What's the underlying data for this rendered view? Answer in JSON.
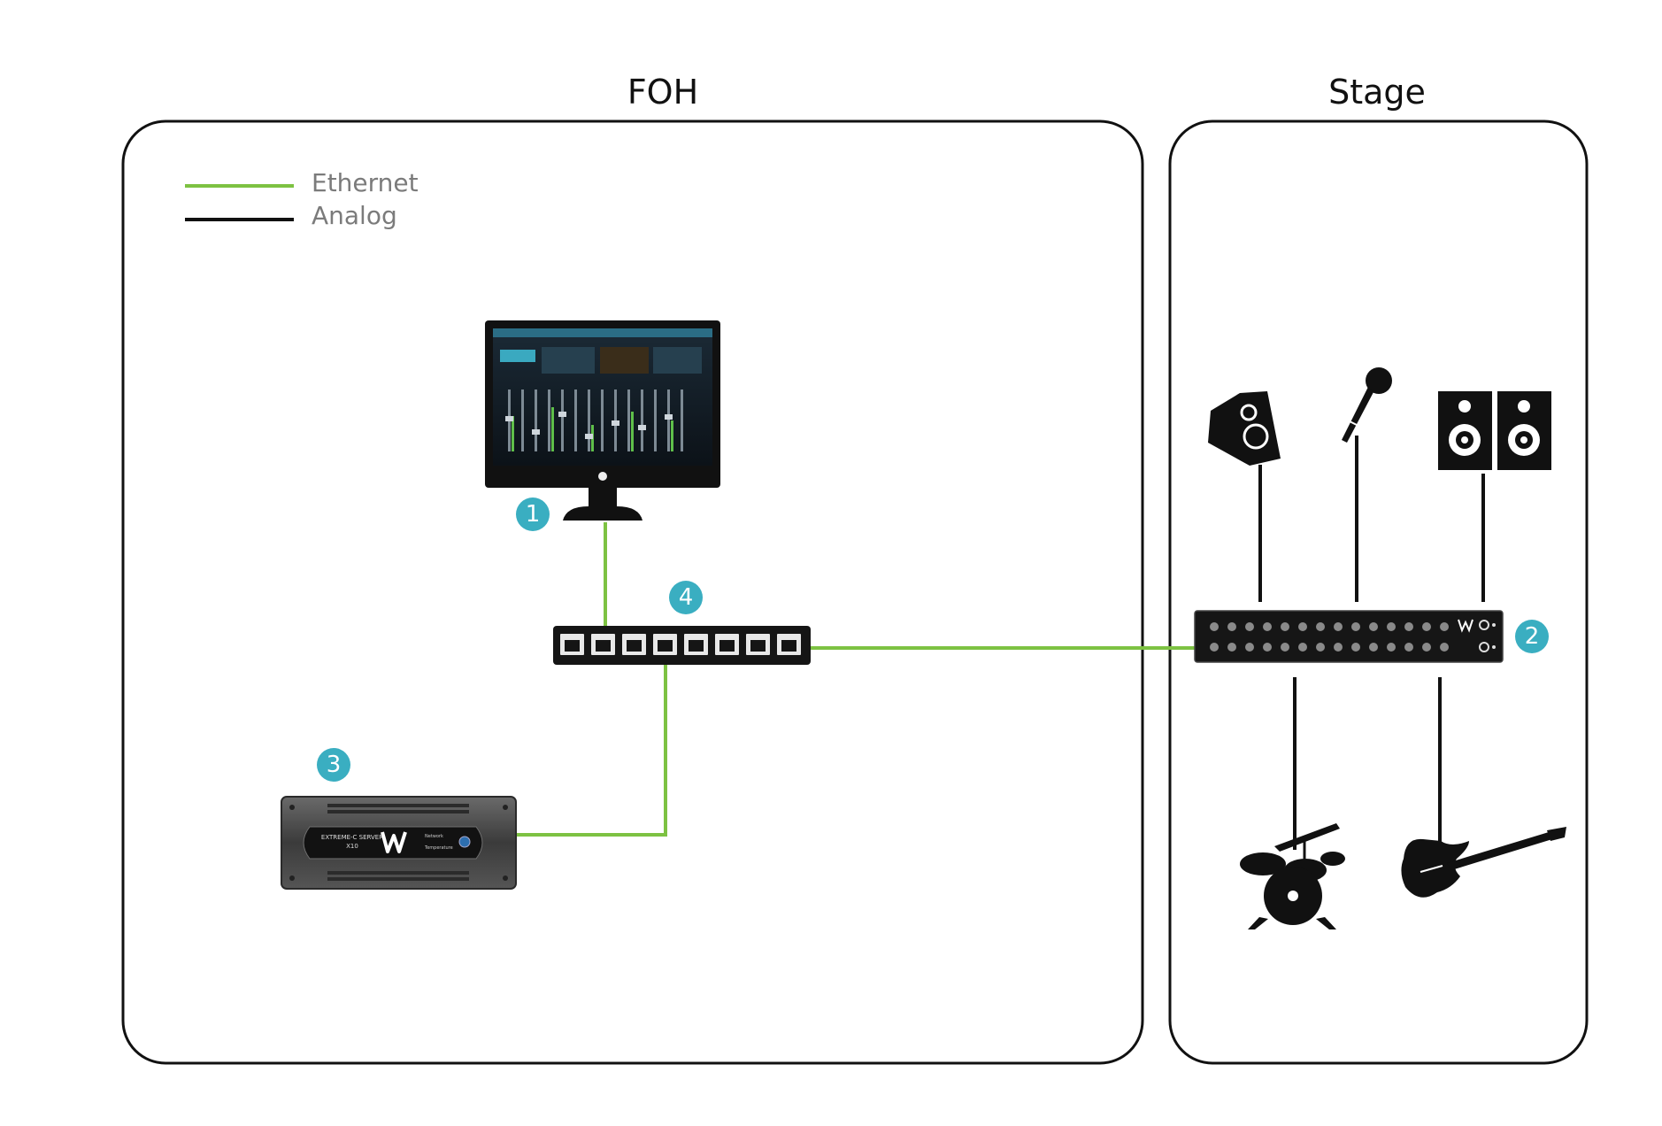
{
  "zones": {
    "foh": {
      "title": "FOH"
    },
    "stage": {
      "title": "Stage"
    }
  },
  "legend": {
    "items": [
      {
        "label": "Ethernet",
        "color": "#7dc242"
      },
      {
        "label": "Analog",
        "color": "#111111"
      }
    ]
  },
  "badges": {
    "computer": "1",
    "stagebox": "2",
    "server": "3",
    "switch": "4"
  },
  "colors": {
    "ethernet": "#7dc242",
    "analog": "#111111",
    "badge": "#3aaec1"
  },
  "icons": {
    "computer": "desktop-monitor-icon",
    "switch": "network-switch-icon",
    "server": "audio-server-icon",
    "stagebox": "stage-io-rack-icon",
    "wedge": "stage-monitor-wedge-icon",
    "mic": "microphone-icon",
    "speakers": "speaker-pair-icon",
    "drums": "drum-kit-icon",
    "guitar": "electric-guitar-icon"
  },
  "server": {
    "label_line1": "EXTREME-C SERVER",
    "label_line2": "X10",
    "status1": "Network",
    "status2": "Temperature"
  }
}
